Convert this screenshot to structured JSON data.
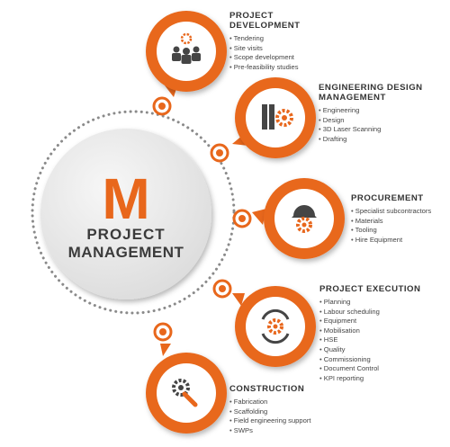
{
  "center": {
    "letter": "M",
    "line1": "PROJECT",
    "line2": "MANAGEMENT"
  },
  "colors": {
    "accent": "#e8671c",
    "dark": "#3a3a3a",
    "circle_fill": "#e9e9e9",
    "dots": "#8a8a8a"
  },
  "stages": [
    {
      "key": "project_development",
      "title_line1": "PROJECT",
      "title_line2": "DEVELOPMENT",
      "icon": "team-gear-icon",
      "items": [
        "Tendering",
        "Site visits",
        "Scope development",
        "Pre-feasibility studies"
      ]
    },
    {
      "key": "engineering_design",
      "title_line1": "ENGINEERING DESIGN",
      "title_line2": "MANAGEMENT",
      "icon": "ruler-pencil-gear-icon",
      "items": [
        "Engineering",
        "Design",
        "3D Laser Scanning",
        "Drafting"
      ]
    },
    {
      "key": "procurement",
      "title_line1": "PROCUREMENT",
      "title_line2": "",
      "icon": "hardhat-gear-icon",
      "items": [
        "Specialist subcontractors",
        "Materials",
        "Tooling",
        "Hire Equipment"
      ]
    },
    {
      "key": "project_execution",
      "title_line1": "PROJECT EXECUTION",
      "title_line2": "",
      "icon": "cycle-gear-icon",
      "items": [
        "Planning",
        "Labour scheduling",
        "Equipment",
        "Mobilisation",
        "HSE",
        "Quality",
        "Commissioning",
        "Document Control",
        "KPI reporting"
      ]
    },
    {
      "key": "construction",
      "title_line1": "CONSTRUCTION",
      "title_line2": "",
      "icon": "wrench-gear-icon",
      "items": [
        "Fabrication",
        "Scaffolding",
        "Field engineering support",
        "SWPs"
      ]
    }
  ]
}
